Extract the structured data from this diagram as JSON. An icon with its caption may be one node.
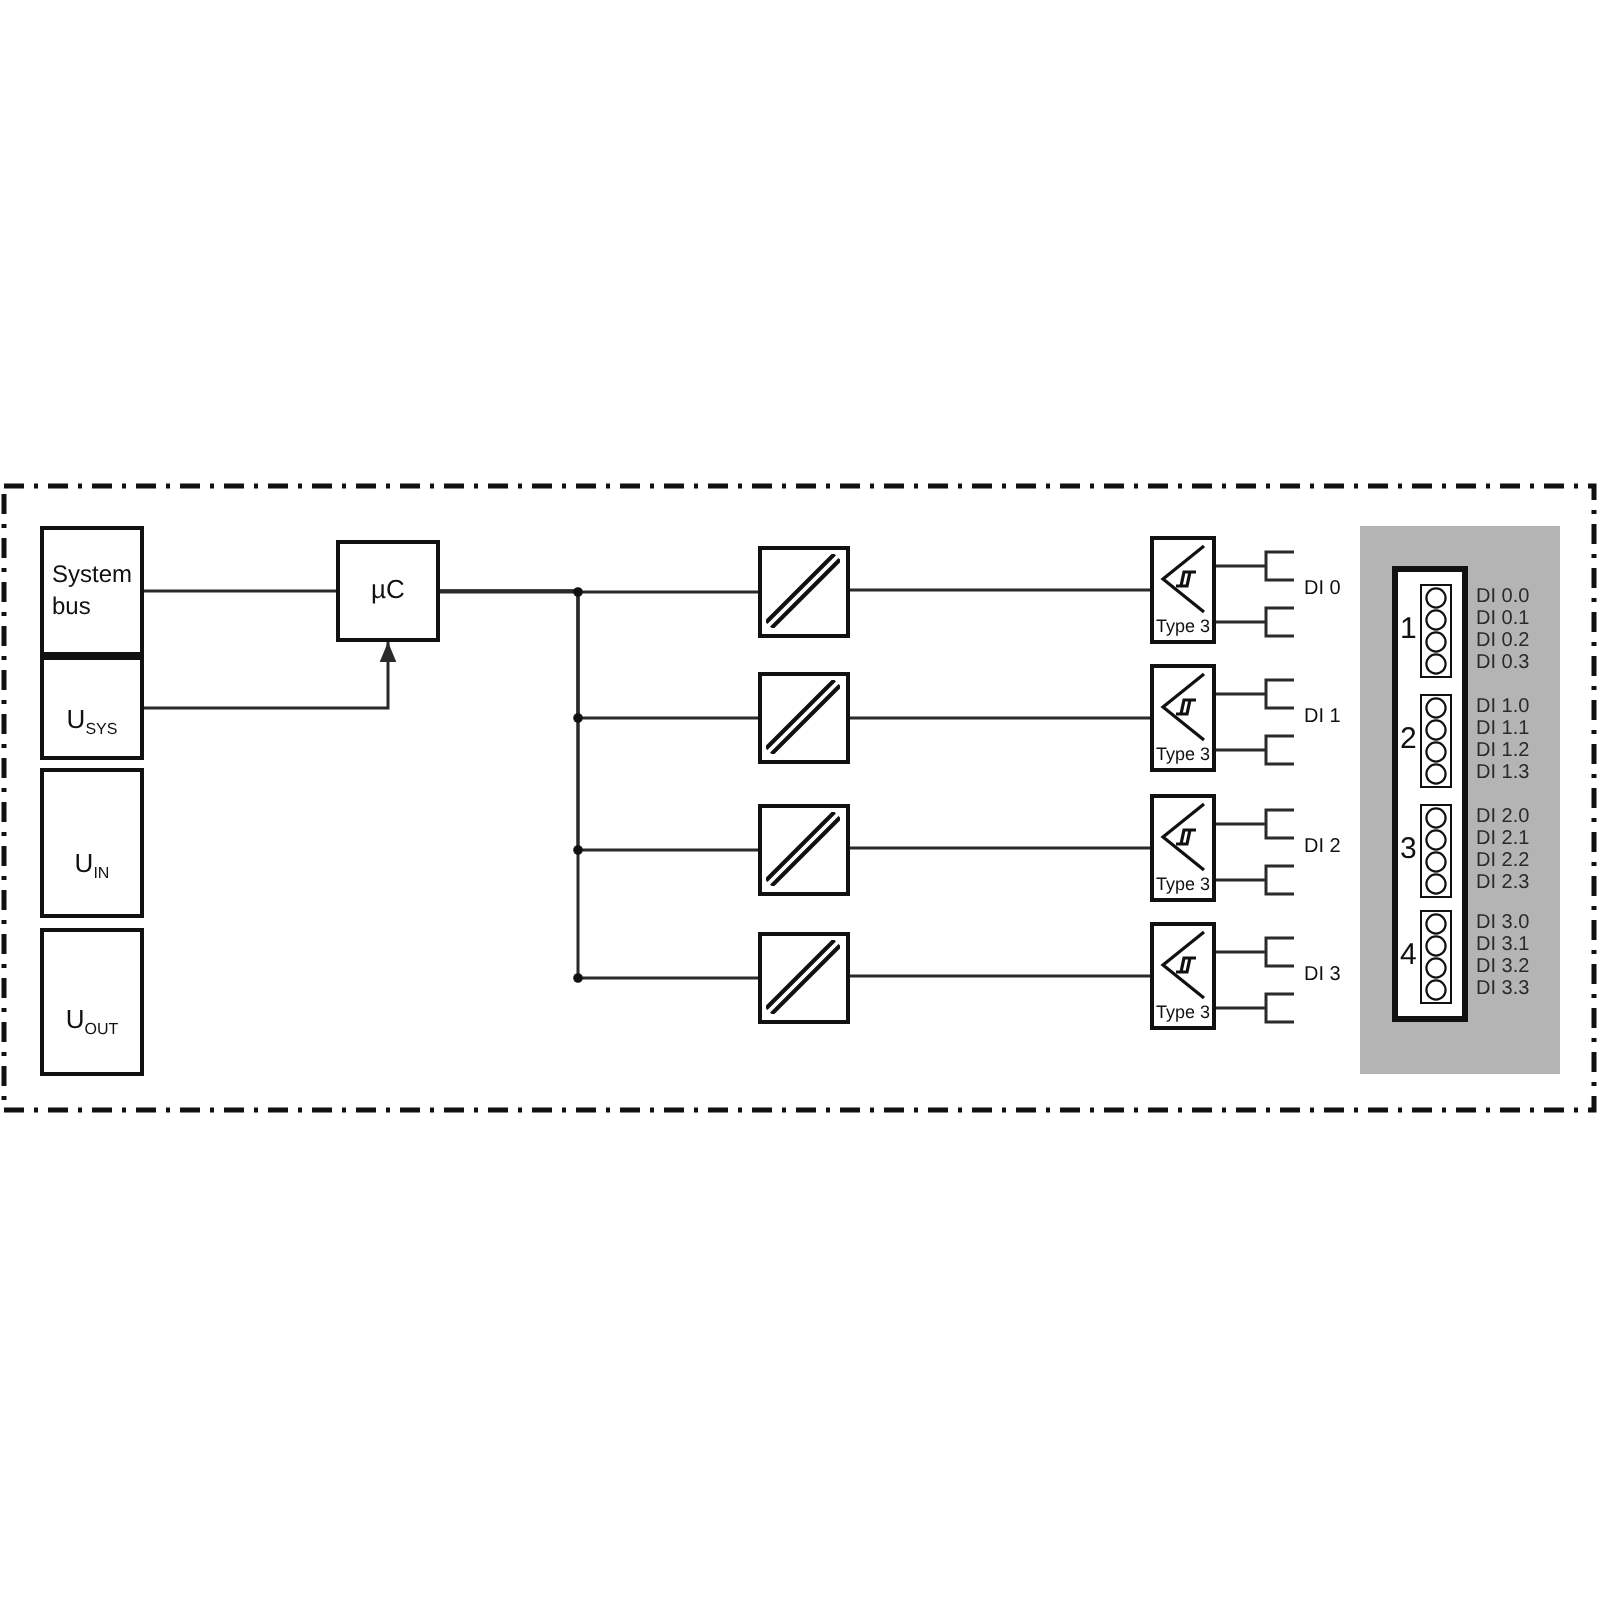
{
  "diagram": {
    "nodes": [
      {
        "text": [
          "System bus"
        ]
      },
      {
        "text": [
          "U$_{SYS}$"
        ]
      },
      {
        "text": [
          "U$_{IN}$"
        ]
      },
      {
        "text": [
          "U$_{OUT}$"
        ]
      },
      {
        "text": [
          "µC"
        ]
      },
      {
        "text": [],
        "shape": "box"
      },
      {
        "text": [],
        "shape": "box"
      },
      {
        "text": [],
        "shape": "box"
      },
      {
        "text": [],
        "shape": "box"
      },
      {
        "text": [
          "Type 3"
        ]
      },
      {
        "text": [
          "Type 3"
        ]
      },
      {
        "text": [
          "Type 3"
        ]
      },
      {
        "text": [
          "Type 3"
        ]
      }
    ],
    "edges": [
      {
        "from": 0,
        "to": 4,
        "arrow": "none"
      },
      {
        "from": 1,
        "to": 4,
        "arrow": "to"
      },
      {
        "from": 4,
        "to": 5,
        "arrow": "none"
      },
      {
        "from": 4,
        "to": 6,
        "arrow": "none"
      },
      {
        "from": 4,
        "to": 7,
        "arrow": "none"
      },
      {
        "from": 4,
        "to": 8,
        "arrow": "none"
      },
      {
        "from": 5,
        "to": 9,
        "arrow": "none"
      },
      {
        "from": 6,
        "to": 10,
        "arrow": "none"
      },
      {
        "from": 7,
        "to": 11,
        "arrow": "none"
      },
      {
        "from": 8,
        "to": 12,
        "arrow": "none"
      }
    ],
    "labels": [
      "DI 0",
      "DI 1",
      "DI 2",
      "DI 3",
      "1",
      "DI 0.0",
      "DI 0.1",
      "DI 0.2",
      "DI 0.3",
      "2",
      "DI 1.0",
      "DI 1.1",
      "DI 1.2",
      "DI 1.3",
      "3",
      "DI 2.0",
      "DI 2.1",
      "DI 2.2",
      "DI 2.3",
      "4",
      "DI 3.0",
      "DI 3.1",
      "DI 3.2",
      "DI 3.3"
    ]
  }
}
